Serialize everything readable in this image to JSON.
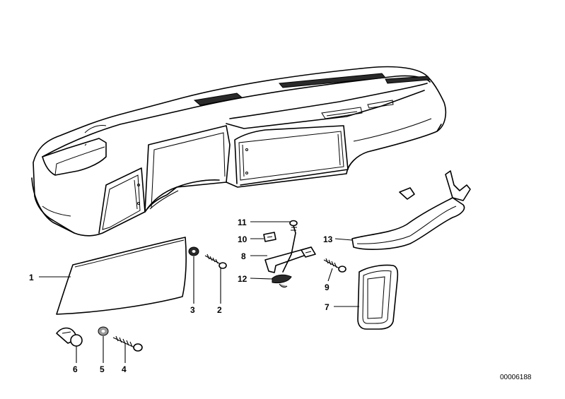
{
  "callouts": [
    {
      "id": "c1",
      "label": "1"
    },
    {
      "id": "c2",
      "label": "2"
    },
    {
      "id": "c3",
      "label": "3"
    },
    {
      "id": "c4",
      "label": "4"
    },
    {
      "id": "c5",
      "label": "5"
    },
    {
      "id": "c6",
      "label": "6"
    },
    {
      "id": "c7",
      "label": "7"
    },
    {
      "id": "c8",
      "label": "8"
    },
    {
      "id": "c9",
      "label": "9"
    },
    {
      "id": "c10",
      "label": "10"
    },
    {
      "id": "c11",
      "label": "11"
    },
    {
      "id": "c12",
      "label": "12"
    },
    {
      "id": "c13",
      "label": "13"
    }
  ],
  "diagram_code": "00006188"
}
